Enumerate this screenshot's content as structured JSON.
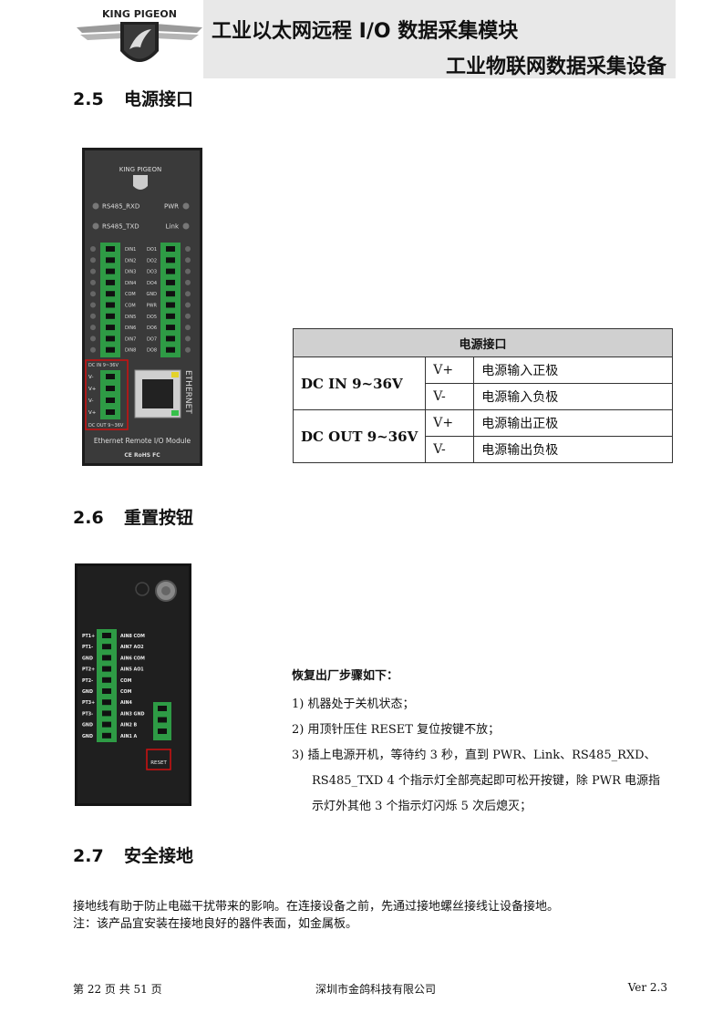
{
  "header": {
    "logo_text": "KING PIGEON",
    "title": "工业以太网远程 I/O 数据采集模块",
    "subtitle": "工业物联网数据采集设备"
  },
  "section_power": {
    "number": "2.5",
    "title": "电源接口"
  },
  "device1": {
    "logo_text": "KING PIGEON",
    "leds_left": [
      "RS485_RXD",
      "RS485_TXD"
    ],
    "leds_right": [
      "PWR",
      "Link"
    ],
    "left_terminal_labels": [
      "DIN1",
      "DIN2",
      "DIN3",
      "DIN4",
      "COM",
      "COM",
      "DIN5",
      "DIN6",
      "DIN7",
      "DIN8"
    ],
    "right_terminal_labels": [
      "DO1",
      "DO2",
      "DO3",
      "DO4",
      "GND",
      "PWR",
      "DO5",
      "DO6",
      "DO7",
      "DO8"
    ],
    "power_top_label": "DC IN 9~36V",
    "power_pins": [
      "V-",
      "V+",
      "V-",
      "V+"
    ],
    "power_bottom_label": "DC OUT 9~36V",
    "ethernet_label": "ETHERNET",
    "module_name": "Ethernet Remote I/O Module",
    "certs": "CE RoHS FC"
  },
  "power_table": {
    "header": "电源接口",
    "groups": [
      {
        "name": "DC IN 9~36V",
        "rows": [
          {
            "pin": "V+",
            "desc": "电源输入正极"
          },
          {
            "pin": "V-",
            "desc": "电源输入负极"
          }
        ]
      },
      {
        "name": "DC OUT 9~36V",
        "rows": [
          {
            "pin": "V+",
            "desc": "电源输出正极"
          },
          {
            "pin": "V-",
            "desc": "电源输出负极"
          }
        ]
      }
    ]
  },
  "section_reset": {
    "number": "2.6",
    "title": "重置按钮"
  },
  "device2": {
    "left_pins": [
      "PT1+",
      "PT1-",
      "GND",
      "PT2+",
      "PT2-",
      "GND",
      "PT3+",
      "PT3-",
      "GND",
      "GND"
    ],
    "mid_labels": [
      "AIN8 COM",
      "AIN7 AO2",
      "AIN6 COM",
      "AIN5 AO1",
      "COM",
      "COM",
      "AIN4",
      "AIN3 GND",
      "AIN2 B",
      "AIN1 A"
    ],
    "reset_label": "RESET"
  },
  "reset_steps": {
    "title": "恢复出厂步骤如下：",
    "lines": [
      "1)  机器处于关机状态；",
      "2)  用顶针压住 RESET 复位按键不放；",
      "3)  插上电源开机，等待约 3 秒，直到 PWR、Link、RS485_RXD、",
      "RS485_TXD 4 个指示灯全部亮起即可松开按键，除 PWR 电源指",
      "示灯外其他 3 个指示灯闪烁 5 次后熄灭；"
    ]
  },
  "section_ground": {
    "number": "2.7",
    "title": "安全接地"
  },
  "grounding": {
    "line1": "接地线有助于防止电磁干扰带来的影响。在连接设备之前，先通过接地螺丝接线让设备接地。",
    "line2": "注：该产品宜安装在接地良好的器件表面，如金属板。"
  },
  "footer": {
    "page": "第 22 页 共 51 页",
    "company": "深圳市金鸽科技有限公司",
    "version": "Ver 2.3"
  }
}
